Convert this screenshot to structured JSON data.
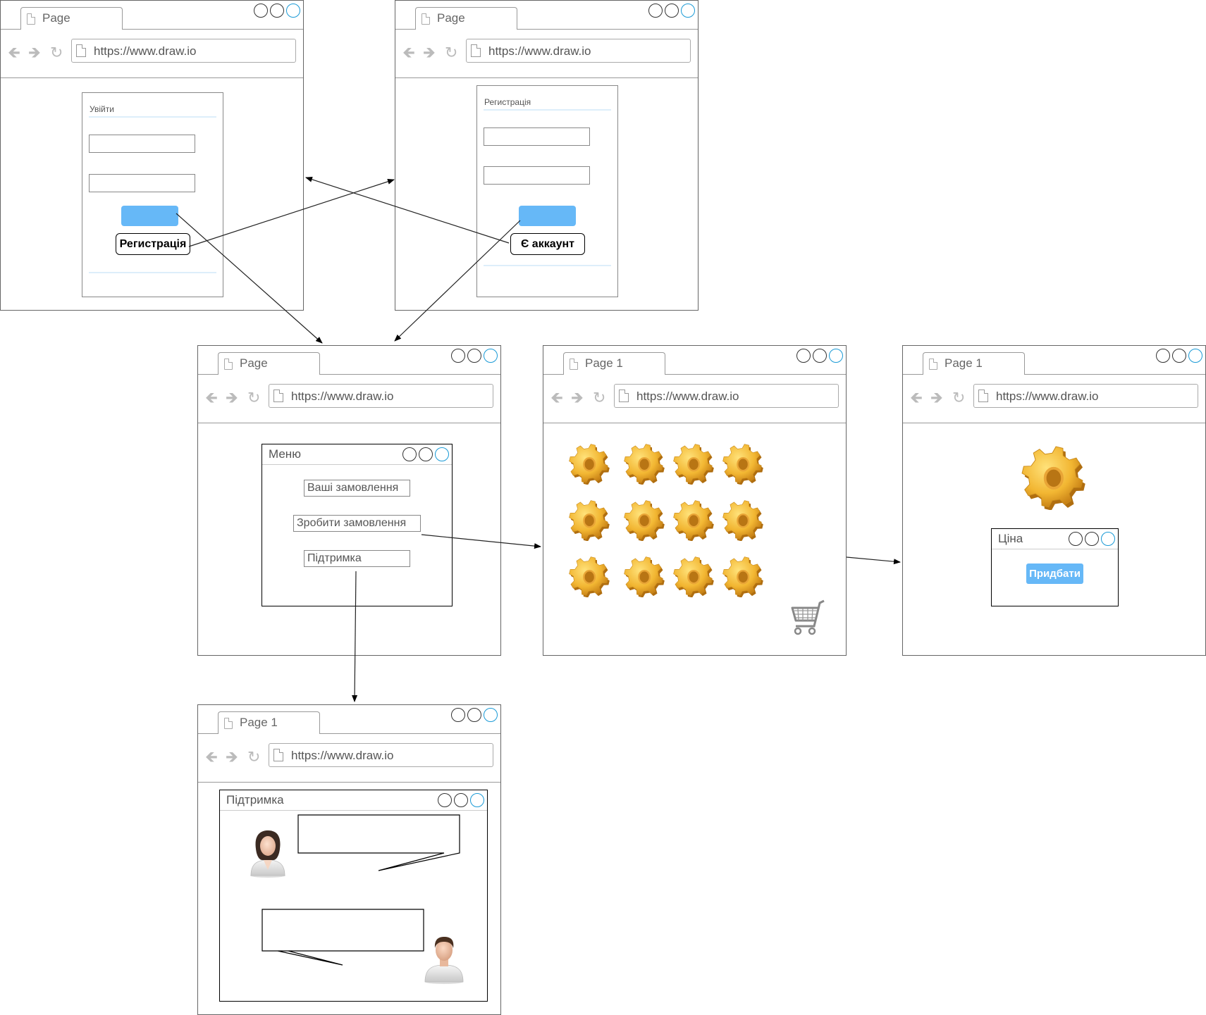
{
  "login_page": {
    "tab": "Page",
    "url": "https://www.draw.io",
    "form_title": "Увійти",
    "register_link": "Регистрація"
  },
  "register_page": {
    "tab": "Page",
    "url": "https://www.draw.io",
    "form_title": "Регистрація",
    "account_link": "Є аккаунт"
  },
  "menu_page": {
    "tab": "Page",
    "url": "https://www.draw.io",
    "window_title": "Меню",
    "items": [
      "Ваші замовлення",
      "Зробити замовлення",
      "Підтримка"
    ]
  },
  "catalog_page": {
    "tab": "Page 1",
    "url": "https://www.draw.io",
    "product_icon": "gear-icon",
    "product_count": 12,
    "cart_icon": "shopping-cart-icon"
  },
  "product_page": {
    "tab": "Page 1",
    "url": "https://www.draw.io",
    "window_title": "Ціна",
    "buy_label": "Придбати"
  },
  "support_page": {
    "tab": "Page 1",
    "url": "https://www.draw.io",
    "window_title": "Підтримка",
    "participants": [
      "female-avatar",
      "male-avatar"
    ]
  },
  "colors": {
    "accent_blue": "#66b8f7",
    "window_blue": "#1a9ad6",
    "gear_gold": "#f2b632"
  }
}
